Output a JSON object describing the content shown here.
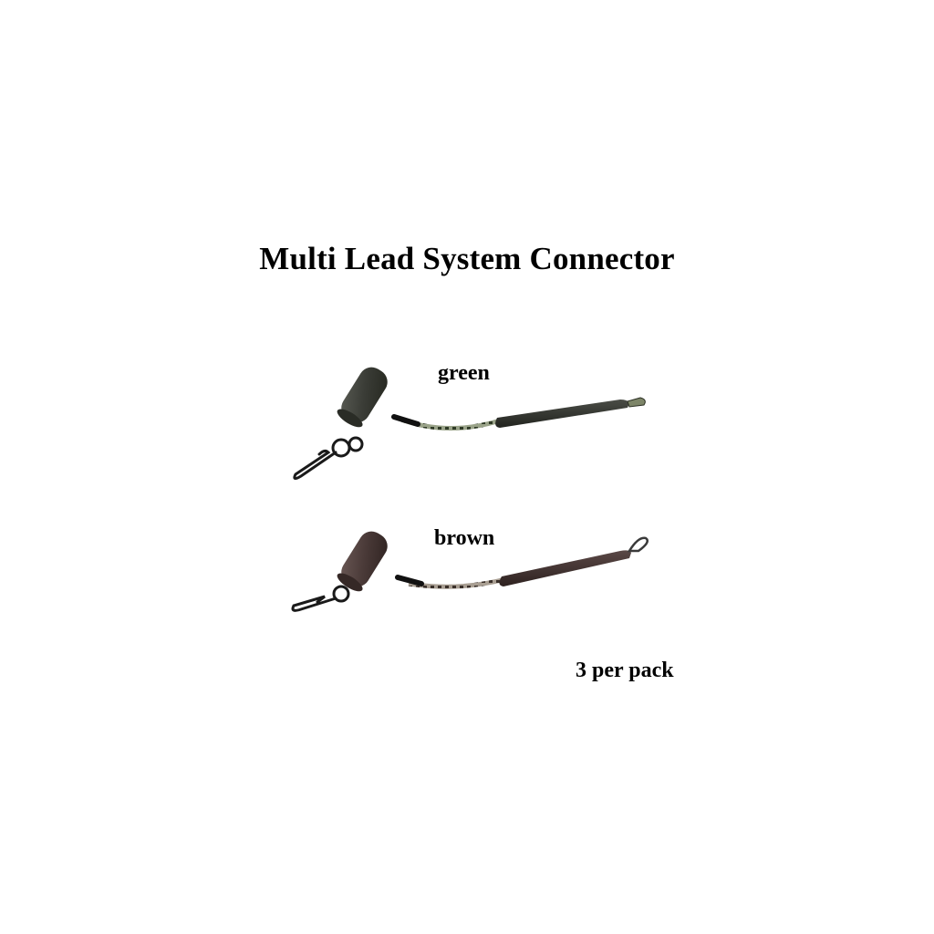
{
  "title": "Multi Lead System Connector",
  "variants": [
    {
      "label": "green",
      "body_color": "#3a3c36",
      "body_highlight": "#5a5c55",
      "braid_color": "#9aa389",
      "braid_dark": "#2f3a26",
      "tail_color": "#2e302b"
    },
    {
      "label": "brown",
      "body_color": "#4a3a38",
      "body_highlight": "#6b5956",
      "braid_color": "#a89e92",
      "braid_dark": "#3a302a",
      "tail_color": "#3f302e"
    }
  ],
  "pack_note": "3 per pack",
  "icons": {
    "swivel_clip": "quick-change-clip-icon",
    "connector": "lead-connector-icon"
  }
}
